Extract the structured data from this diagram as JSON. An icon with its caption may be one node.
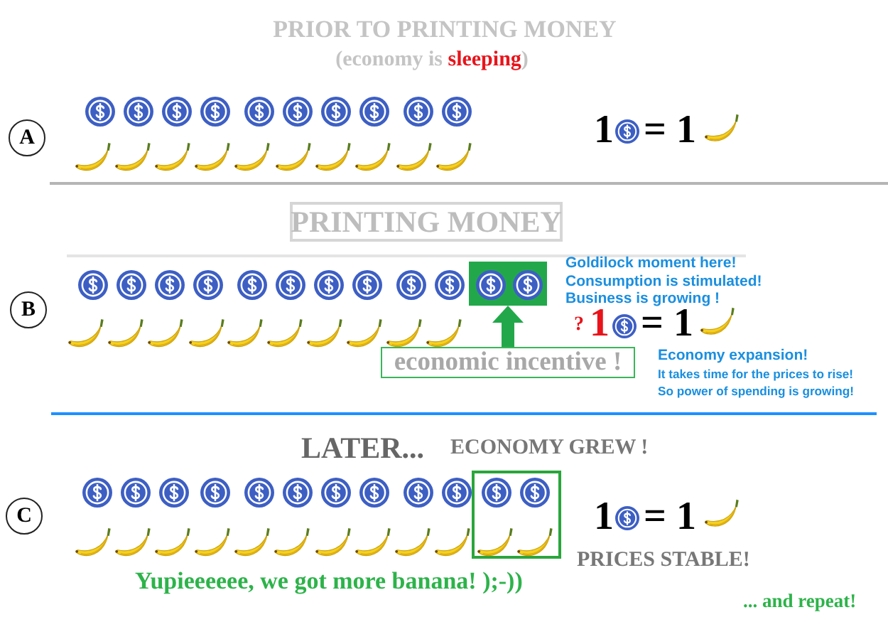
{
  "diagram": {
    "title": "PRIOR TO PRINTING MONEY",
    "nodes": [
      {
        "text": [
          "A"
        ]
      },
      {
        "text": [
          "PRINTING MONEY"
        ]
      },
      {
        "text": [
          "B"
        ]
      },
      {
        "text": [],
        "shape": "box"
      },
      {
        "text": [
          "economic incentive !"
        ]
      },
      {
        "text": [
          "C"
        ]
      },
      {
        "text": [],
        "shape": "box"
      }
    ],
    "edges": [
      {
        "from": 4,
        "to": 3,
        "arrow": "to"
      }
    ],
    "labels": [
      "(economy is **sleeping**)",
      "1",
      "= 1",
      "Goldilock moment here!",
      "Consumption is stimulated!",
      "Business is growing !",
      "?",
      "1",
      "= 1",
      "Economy expansion!",
      "It takes time for the prices to rise!",
      "So power of spending is growing!",
      "LATER...",
      "ECONOMY GREW !",
      "1",
      "= 1",
      "PRICES STABLE!",
      "Yupieeeeee, we got more banana! );-))",
      "... and repeat!"
    ]
  }
}
